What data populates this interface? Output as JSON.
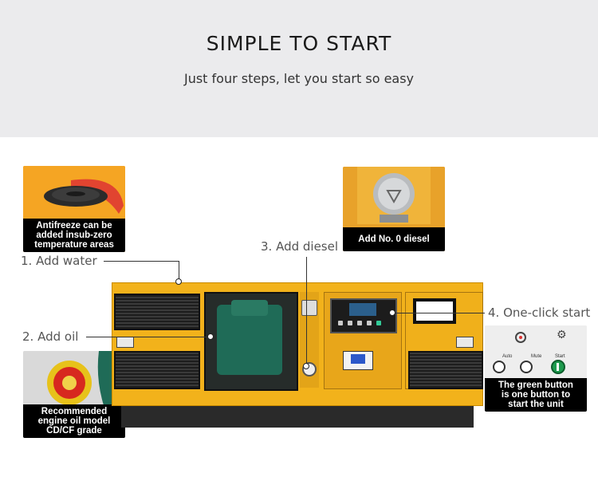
{
  "header": {
    "title": "SIMPLE TO START",
    "subtitle": "Just four steps, let you start so easy"
  },
  "steps": [
    {
      "label": "1. Add water"
    },
    {
      "label": "2. Add oil"
    },
    {
      "label": "3. Add diesel"
    },
    {
      "label": "4. One-click start"
    }
  ],
  "callouts": {
    "water": {
      "lines": [
        "Antifreeze can be",
        "added insub-zero",
        "temperature areas"
      ]
    },
    "diesel": {
      "lines": [
        "Add No. 0 diesel"
      ]
    },
    "oil": {
      "lines": [
        "Recommended",
        "engine oil model",
        "CD/CF grade"
      ]
    },
    "start": {
      "lines": [
        "The green button",
        "is one button to",
        "start the unit"
      ]
    }
  },
  "panel_labels": {
    "auto": "Auto",
    "mute": "Mute",
    "start": "Start"
  },
  "colors": {
    "header_bg": "#ebebed",
    "generator_yellow": "#f2b21b",
    "caption_bg": "#000000",
    "engine_green": "#1f6b57",
    "start_button": "#1e9b4e"
  }
}
